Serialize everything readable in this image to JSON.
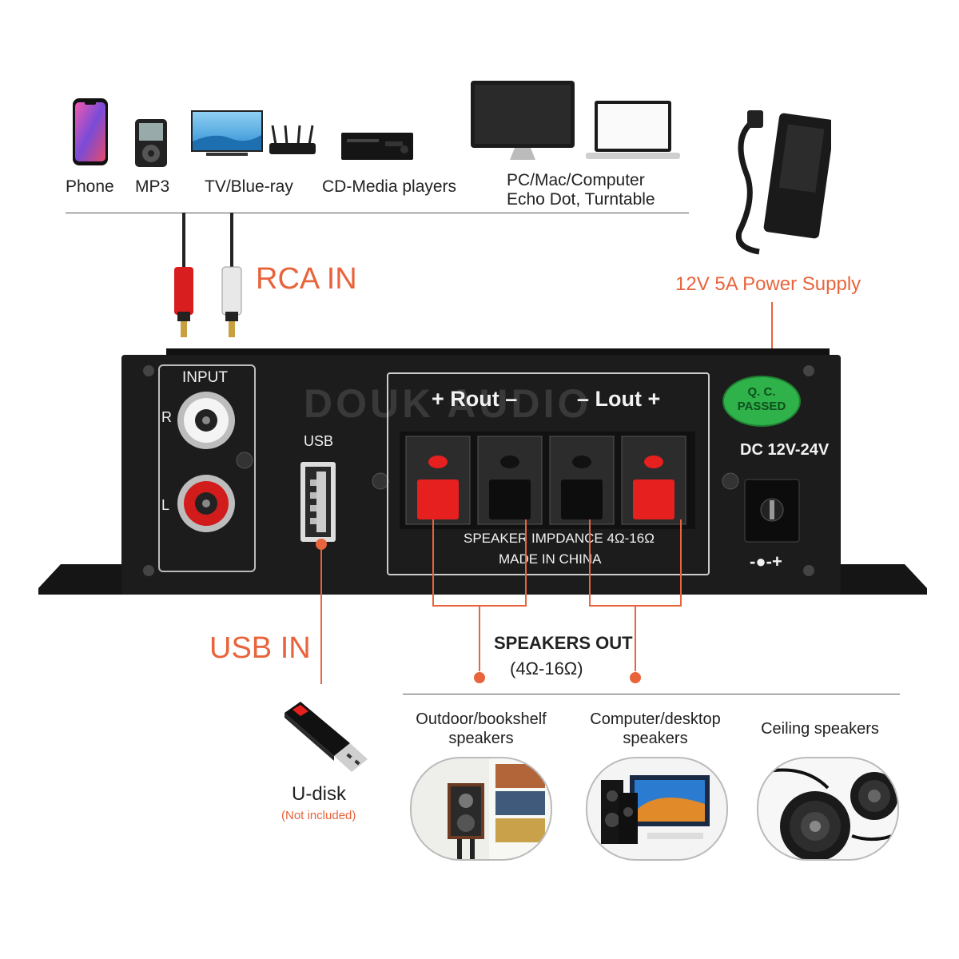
{
  "sources": {
    "phone": "Phone",
    "mp3": "MP3",
    "tv": "TV/Blue-ray",
    "cd": "CD-Media players",
    "pc_line1": "PC/Mac/Computer",
    "pc_line2": "Echo Dot, Turntable"
  },
  "rca_in": "RCA IN",
  "power_supply": "12V 5A Power Supply",
  "amplifier": {
    "input": "INPUT",
    "r": "R",
    "l": "L",
    "usb": "USB",
    "watermark": "DOUK AUDIO",
    "rout": "+ Rout –",
    "lout": "– Lout +",
    "speaker_impedance": "SPEAKER IMPDANCE 4Ω-16Ω",
    "made_in": "MADE IN CHINA",
    "qc_line1": "Q. C.",
    "qc_line2": "PASSED",
    "dc": "DC 12V-24V",
    "polarity": "-●-+"
  },
  "usb_in": "USB IN",
  "speakers_out_line1": "SPEAKERS OUT",
  "speakers_out_line2": "(4Ω-16Ω)",
  "udisk": "U-disk",
  "udisk_note": "(Not included)",
  "speakers": {
    "outdoor_line1": "Outdoor/bookshelf",
    "outdoor_line2": "speakers",
    "computer_line1": "Computer/desktop",
    "computer_line2": "speakers",
    "ceiling": "Ceiling speakers"
  },
  "colors": {
    "accent": "#e8643c",
    "amp_body": "#1c1c1c",
    "terminal_red": "#e5201f"
  }
}
